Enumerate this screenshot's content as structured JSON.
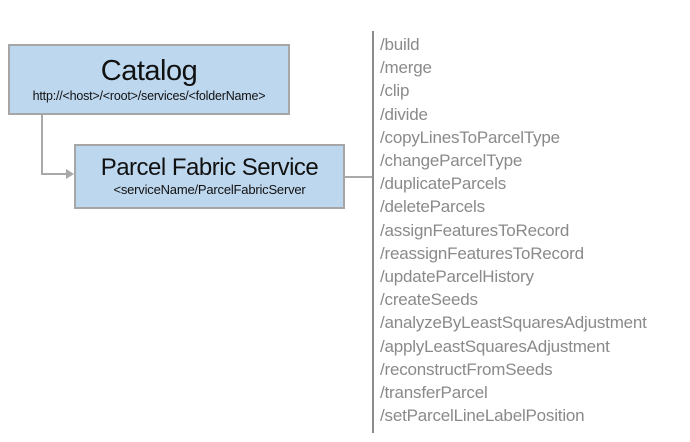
{
  "diagram": {
    "catalog": {
      "title": "Catalog",
      "subtitle": "http://<host>/<root>/services/<folderName>"
    },
    "service": {
      "title": "Parcel Fabric Service",
      "subtitle": "<serviceName/ParcelFabricServer"
    },
    "operations": [
      "/build",
      "/merge",
      "/clip",
      "/divide",
      "/copyLinesToParcelType",
      "/changeParcelType",
      "/duplicateParcels",
      "/deleteParcels",
      "/assignFeaturesToRecord",
      "/reassignFeaturesToRecord",
      "/updateParcelHistory",
      "/createSeeds",
      "/analyzeByLeastSquaresAdjustment",
      "/applyLeastSquaresAdjustment",
      "/reconstructFromSeeds",
      "/transferParcel",
      "/setParcelLineLabelPosition"
    ],
    "colors": {
      "box_fill": "#BDD7EE",
      "box_border": "#A6A6A6",
      "connector": "#A9A9A9",
      "divider": "#8C8C8C",
      "list_text": "#8A8A8A",
      "title_text": "#111111"
    }
  }
}
